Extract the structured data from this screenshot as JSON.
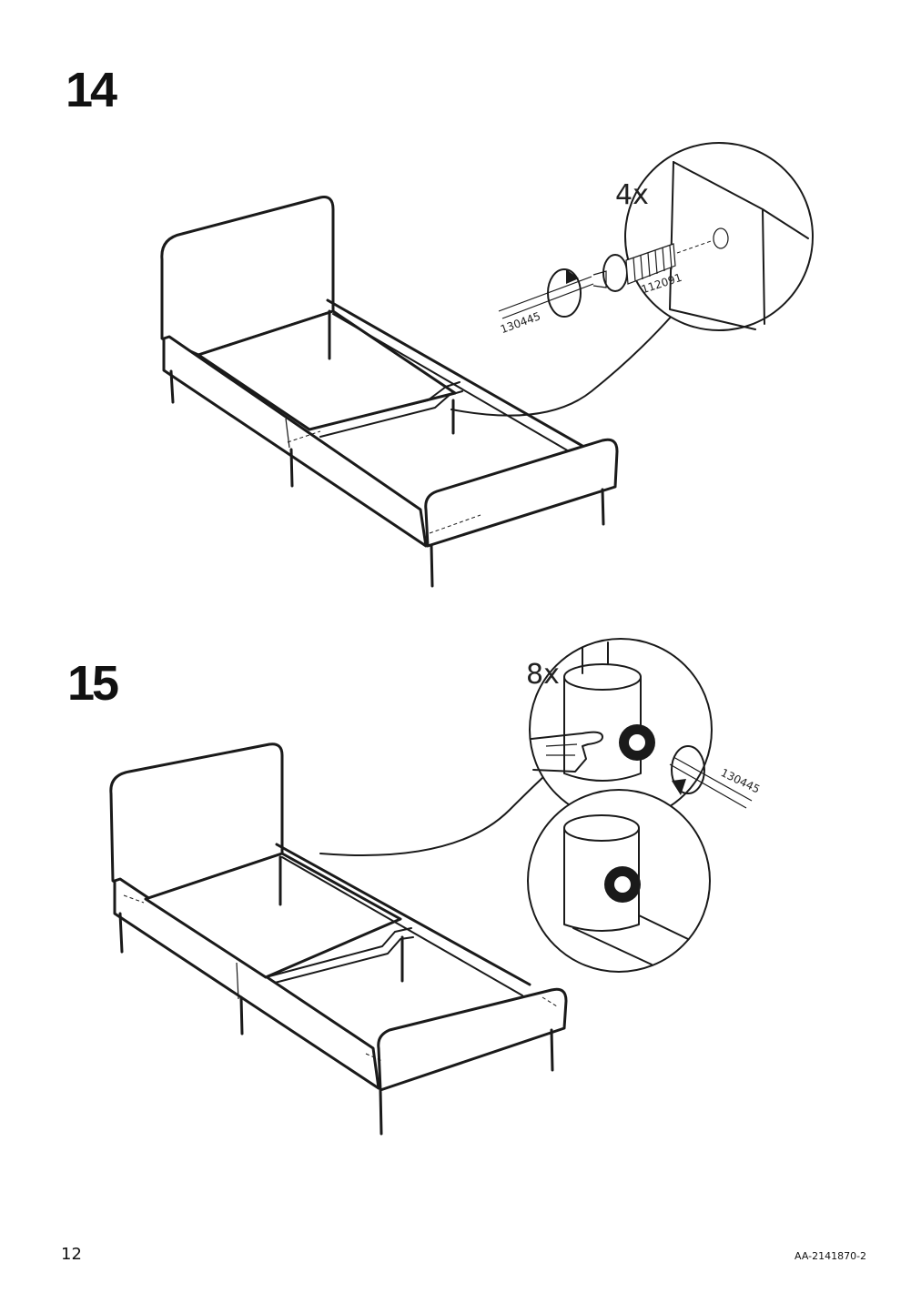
{
  "steps": [
    {
      "number": "14",
      "detail_quantity": "4x",
      "parts": [
        "130445",
        "112091"
      ]
    },
    {
      "number": "15",
      "detail_quantity": "8x",
      "parts": [
        "130445"
      ]
    }
  ],
  "footer": {
    "page_number": "12",
    "document_id": "AA-2141870-2"
  },
  "icons": [
    "allen-key-icon",
    "bolt-icon",
    "rotate-arrow-icon",
    "pointing-hand-icon",
    "magnifier-callout-icon"
  ]
}
